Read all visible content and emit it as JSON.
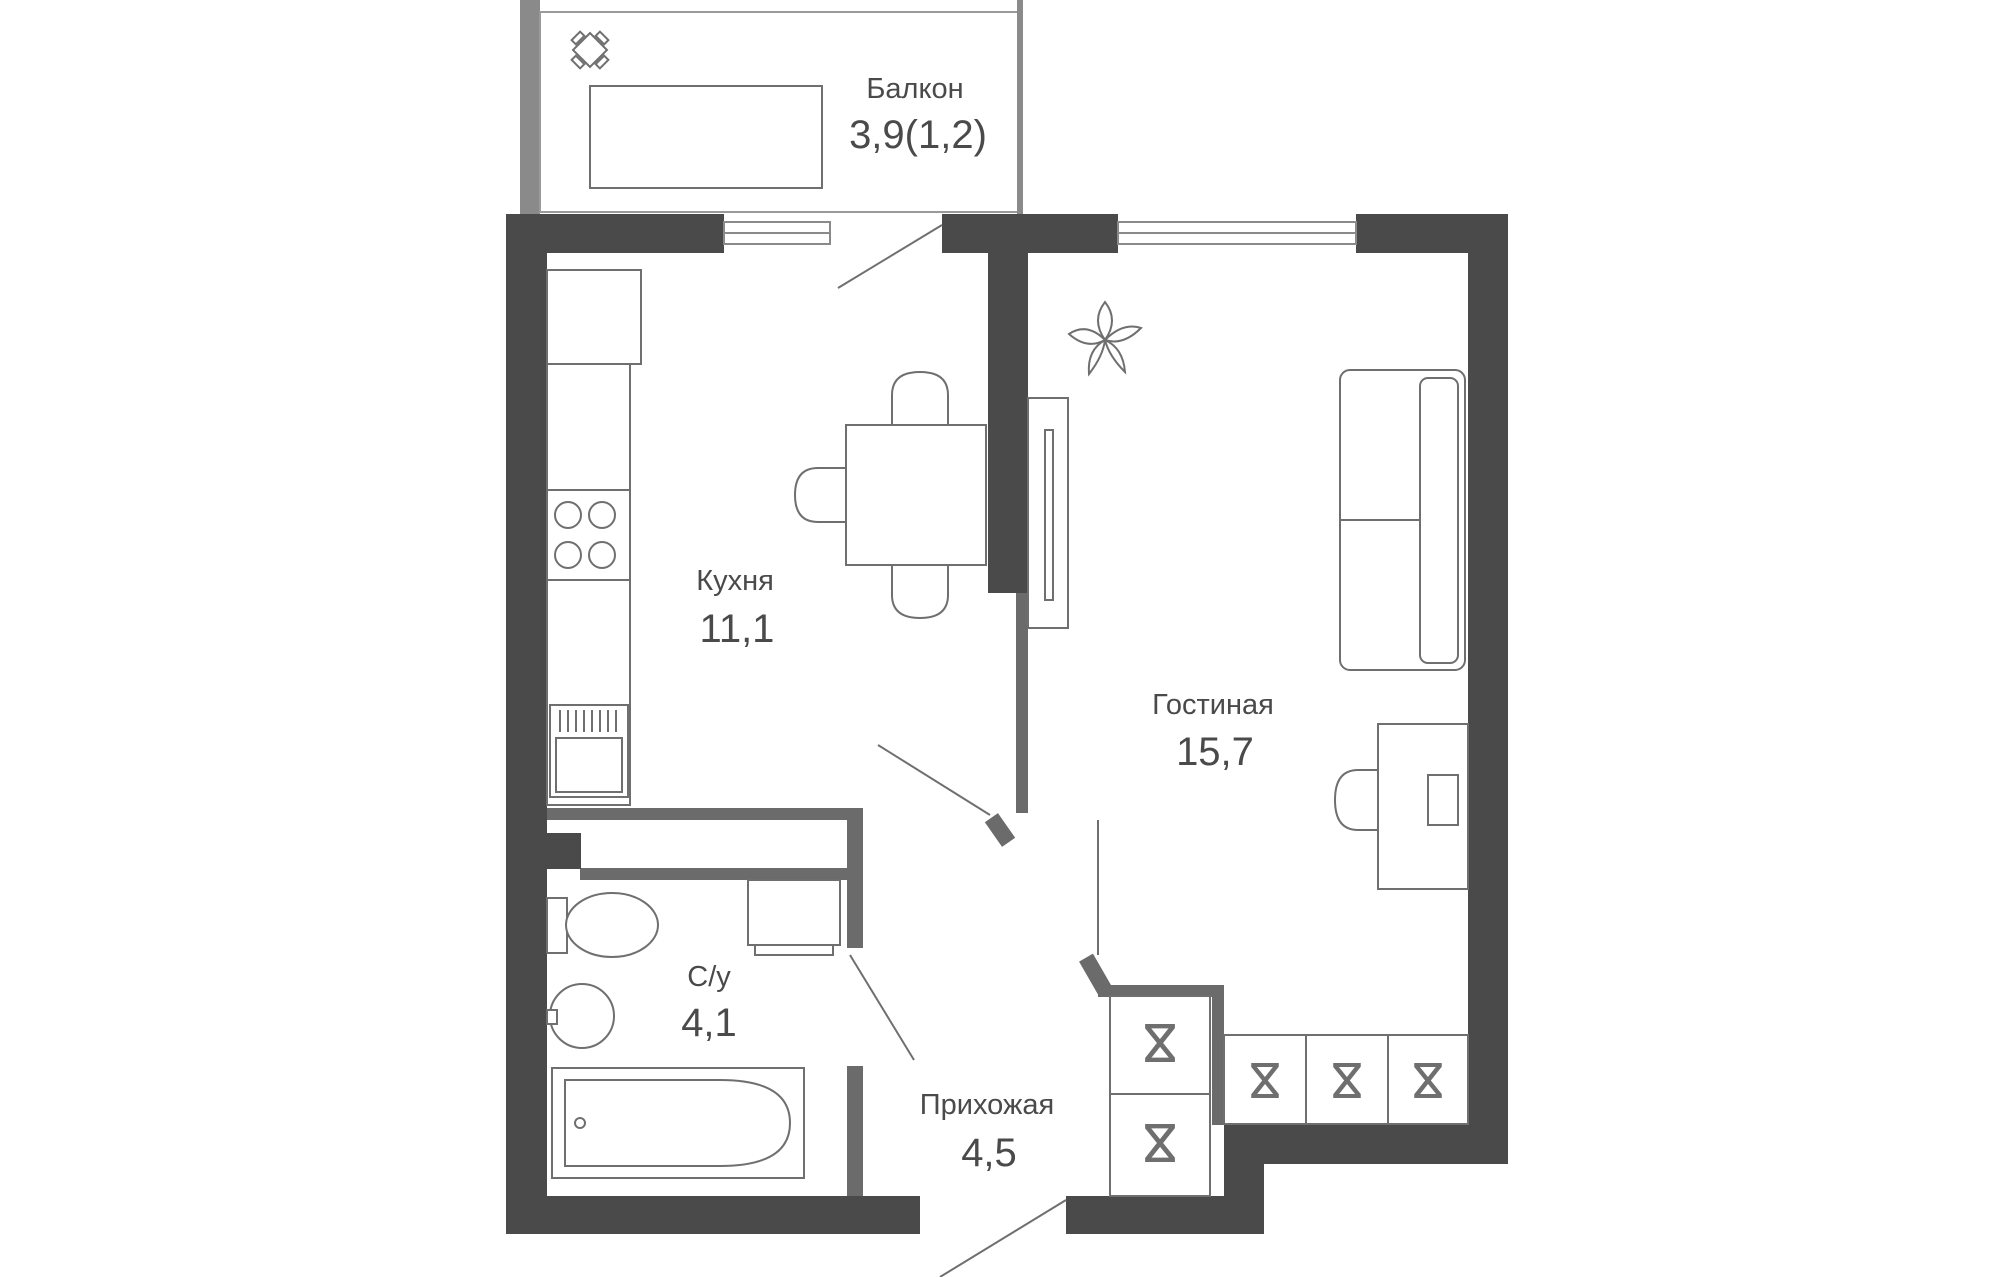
{
  "rooms": {
    "balcony": {
      "name": "Балкон",
      "area": "3,9(1,2)"
    },
    "kitchen": {
      "name": "Кухня",
      "area": "11,1"
    },
    "living": {
      "name": "Гостиная",
      "area": "15,7"
    },
    "bathroom": {
      "name": "С/у",
      "area": "4,1"
    },
    "hallway": {
      "name": "Прихожая",
      "area": "4,5"
    }
  },
  "colors": {
    "wall": "#4a4a4a",
    "partition": "#6b6b6b",
    "furniture_stroke": "#6f6f6f",
    "text": "#4a4a4a"
  }
}
